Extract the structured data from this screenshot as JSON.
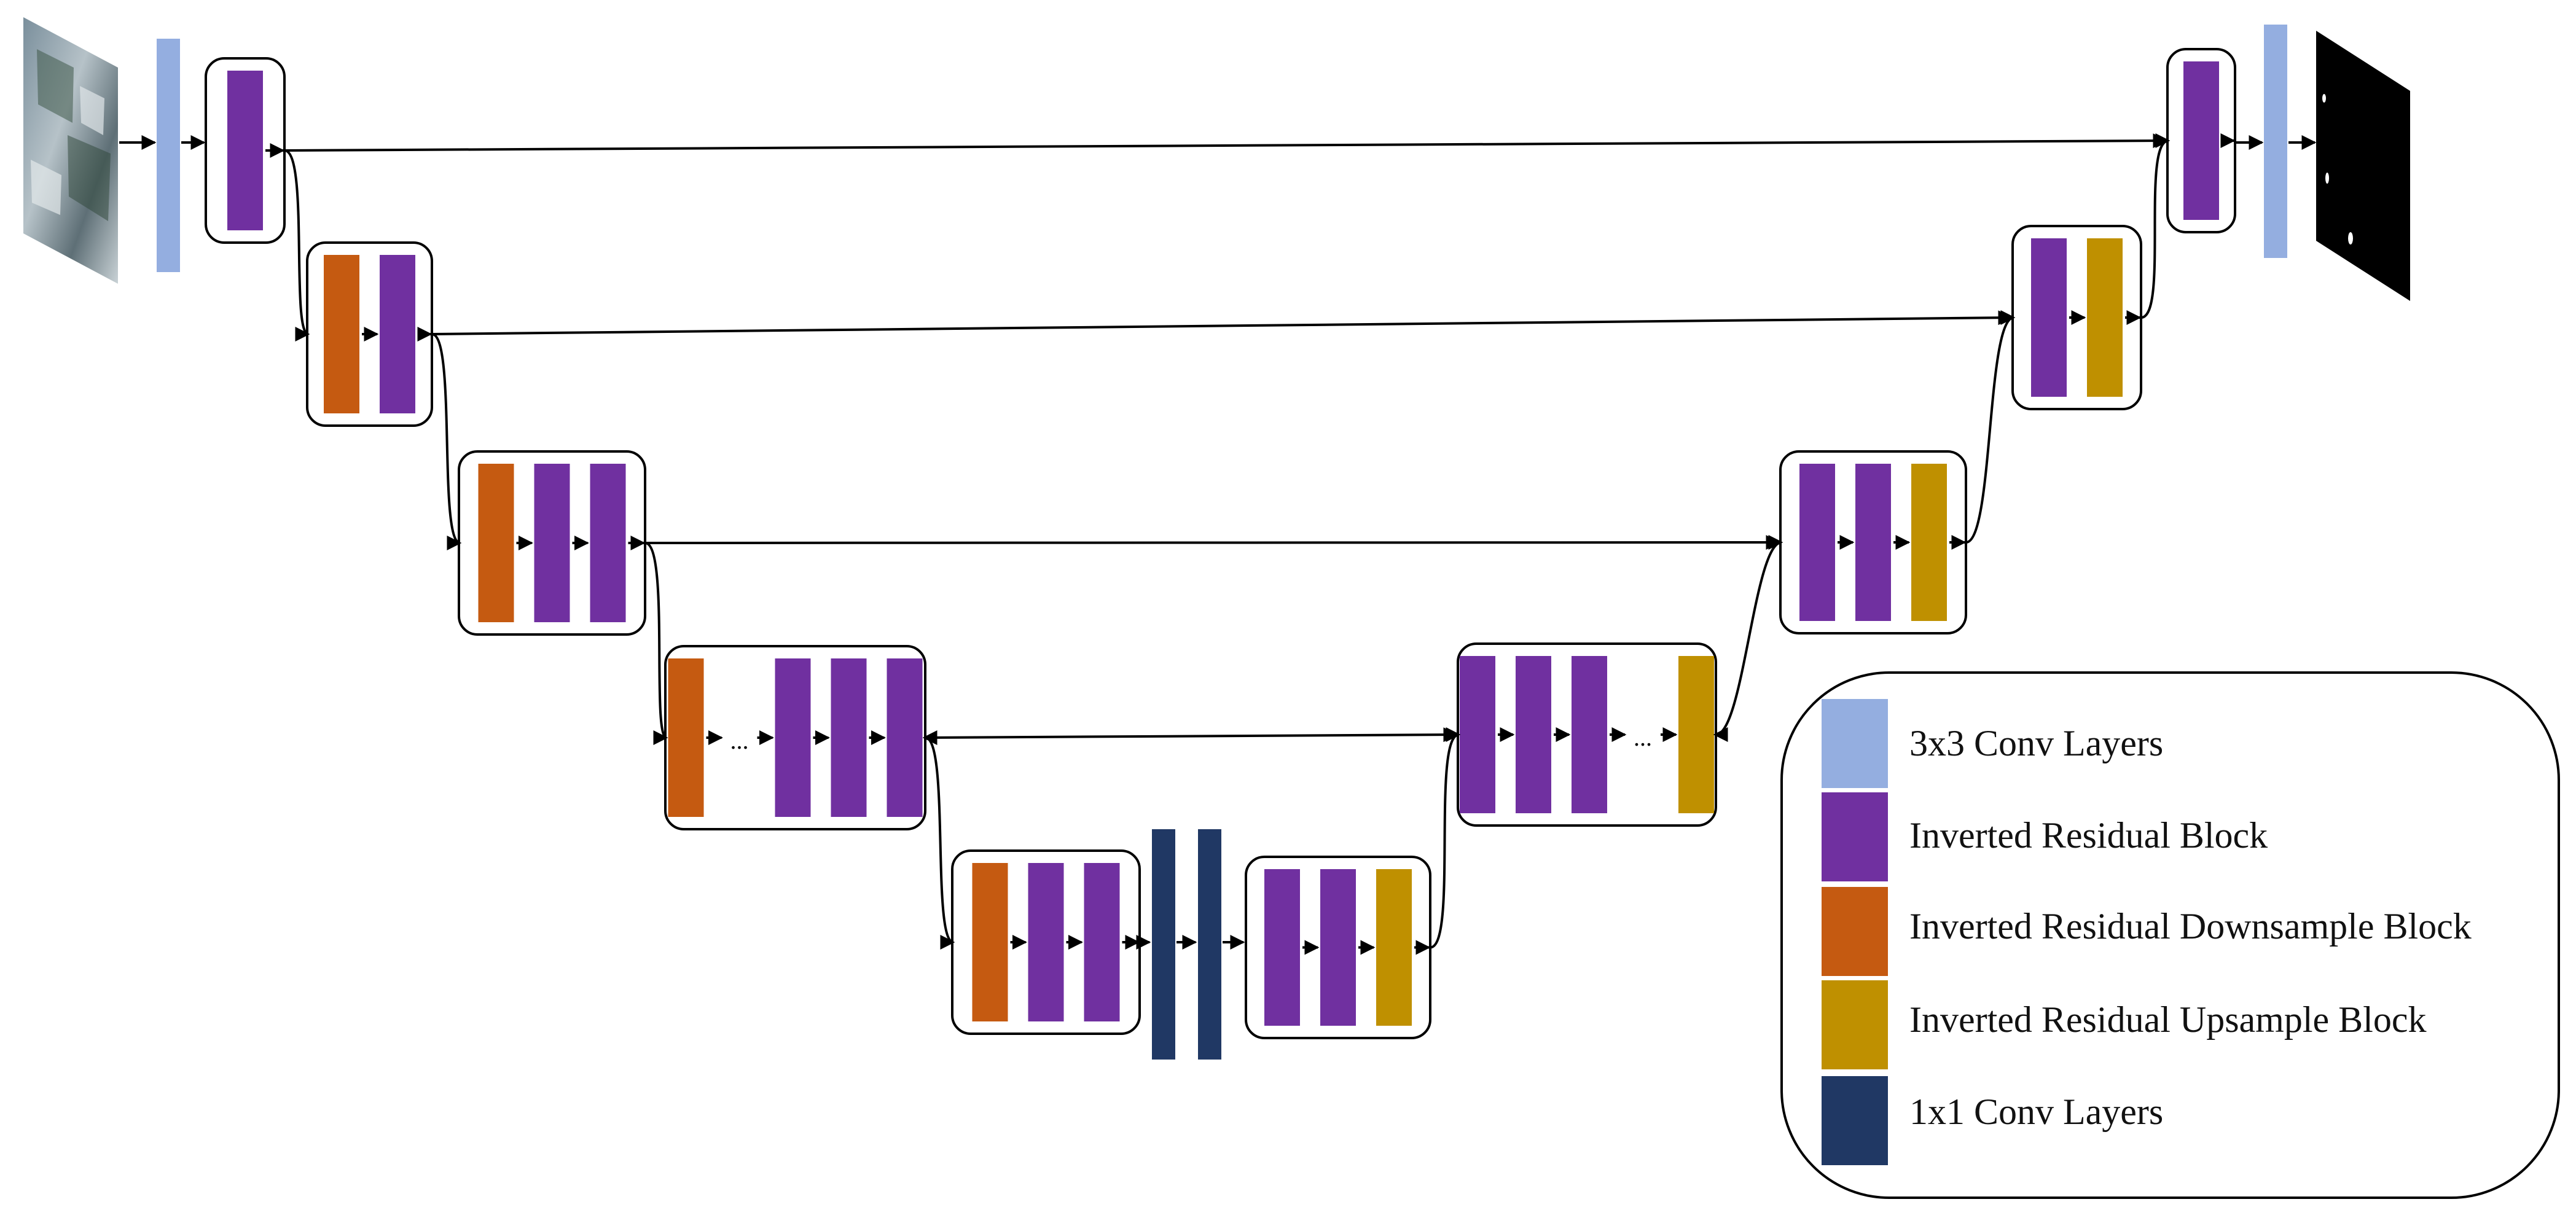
{
  "colors": {
    "conv3x3": "#94AEE0",
    "inverted_residual": "#7030A0",
    "downsample": "#C55A11",
    "upsample": "#BF9000",
    "conv1x1": "#203864",
    "line": "#000000",
    "block_border": "#000000",
    "output_mask": "#000000"
  },
  "encoder": [
    {
      "level": 1,
      "blocks": [
        "inverted_residual"
      ]
    },
    {
      "level": 2,
      "blocks": [
        "downsample",
        "inverted_residual"
      ]
    },
    {
      "level": 3,
      "blocks": [
        "downsample",
        "inverted_residual",
        "inverted_residual"
      ]
    },
    {
      "level": 4,
      "blocks": [
        "downsample",
        "ellipsis",
        "inverted_residual",
        "inverted_residual",
        "inverted_residual"
      ]
    },
    {
      "level": 5,
      "blocks": [
        "downsample",
        "inverted_residual",
        "inverted_residual"
      ]
    }
  ],
  "bottleneck": [
    "conv1x1",
    "conv1x1"
  ],
  "decoder": [
    {
      "level": 5,
      "blocks": [
        "inverted_residual",
        "inverted_residual",
        "upsample"
      ]
    },
    {
      "level": 4,
      "blocks": [
        "inverted_residual",
        "inverted_residual",
        "inverted_residual",
        "ellipsis",
        "upsample"
      ]
    },
    {
      "level": 3,
      "blocks": [
        "inverted_residual",
        "inverted_residual",
        "upsample"
      ]
    },
    {
      "level": 2,
      "blocks": [
        "inverted_residual",
        "upsample"
      ]
    },
    {
      "level": 1,
      "blocks": [
        "inverted_residual"
      ]
    }
  ],
  "ellipsis_text": "...",
  "legend": [
    {
      "key": "conv3x3",
      "label": "3x3 Conv Layers"
    },
    {
      "key": "inverted_residual",
      "label": "Inverted Residual Block"
    },
    {
      "key": "downsample",
      "label": "Inverted Residual Downsample Block"
    },
    {
      "key": "upsample",
      "label": "Inverted Residual Upsample Block"
    },
    {
      "key": "conv1x1",
      "label": "1x1 Conv Layers"
    }
  ]
}
